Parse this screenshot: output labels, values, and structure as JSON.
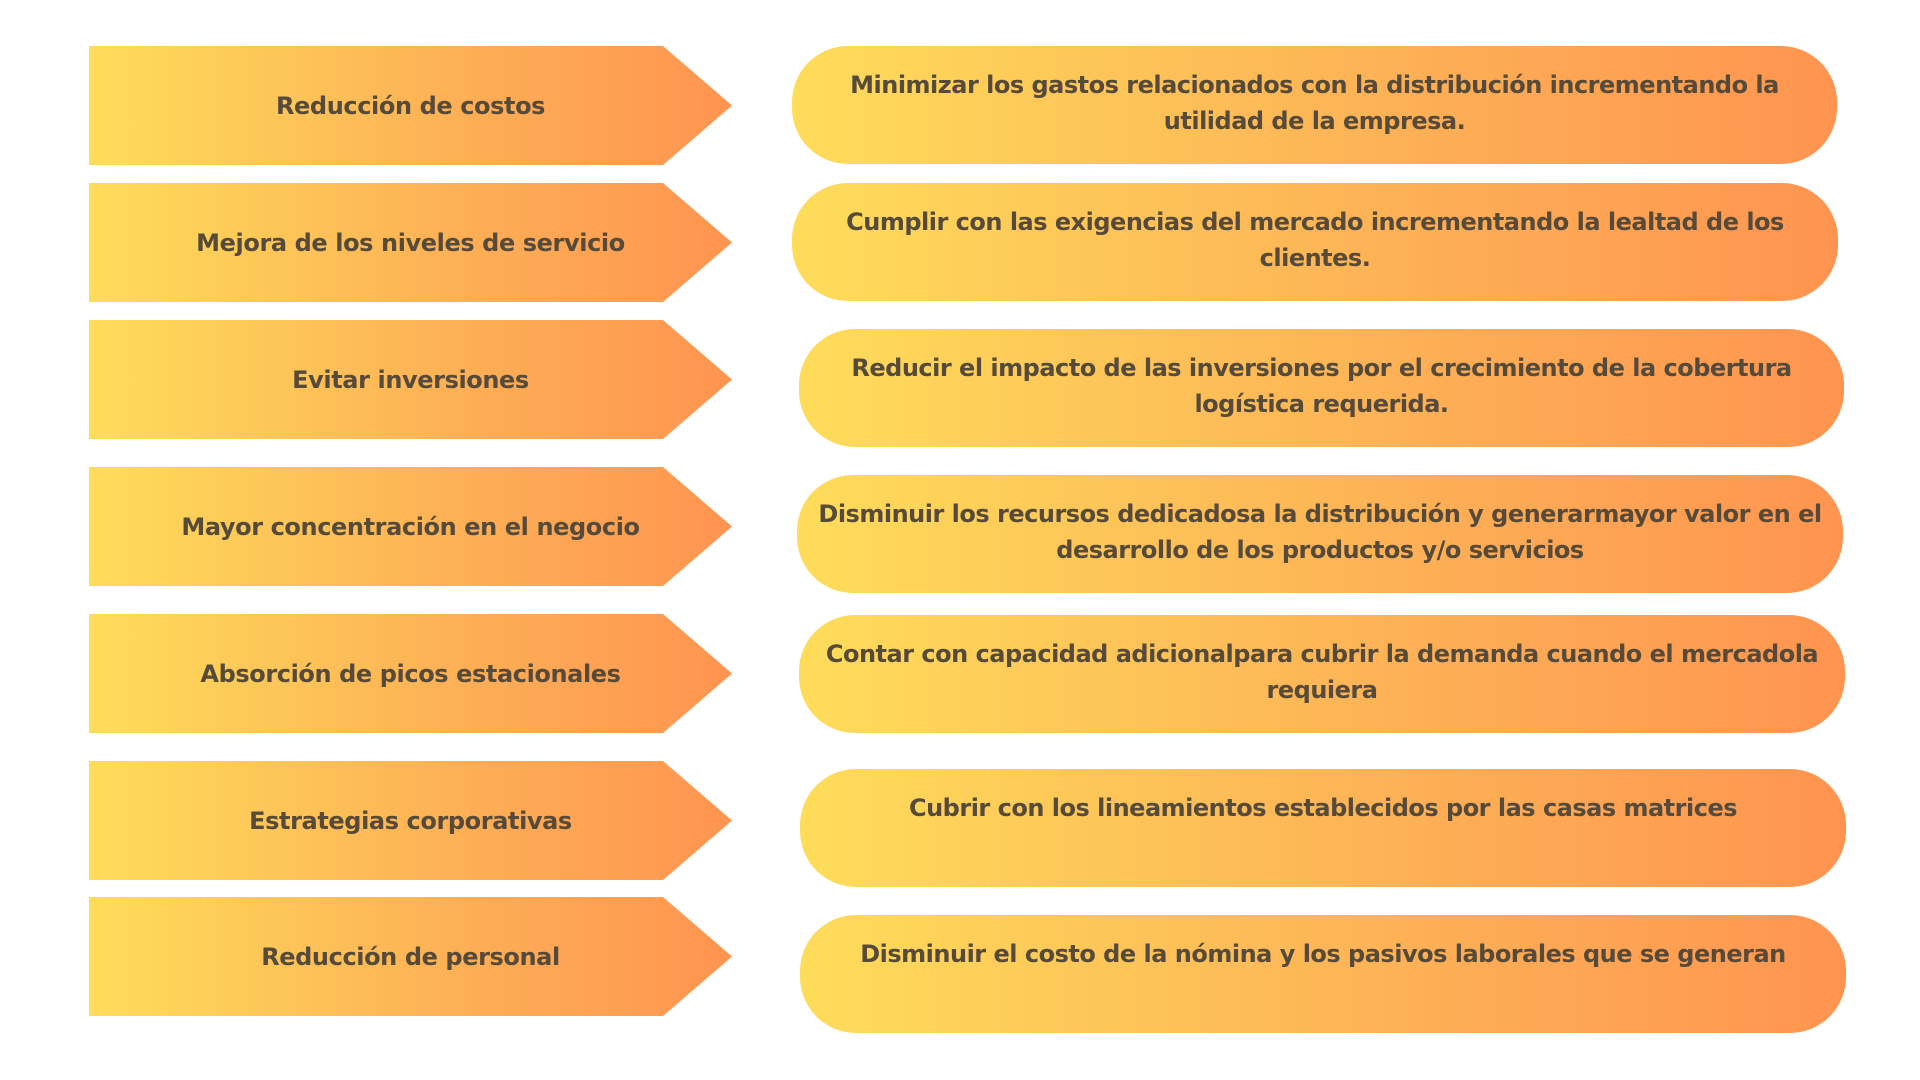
{
  "diagram": {
    "colors": {
      "gradient_start": "#FEDD5A",
      "gradient_end": "#FE9450",
      "text": "#564A3A",
      "background": "#FFFFFF"
    },
    "rows": [
      {
        "label": "Reducción de costos",
        "description": "Minimizar los gastos relacionados con la distribución incrementando la utilidad de la empresa."
      },
      {
        "label": "Mejora de los niveles de servicio",
        "description": "Cumplir con las exigencias del mercado incrementando la lealtad de los clientes."
      },
      {
        "label": "Evitar inversiones",
        "description": "Reducir el impacto de las inversiones por el crecimiento de la cobertura logística requerida."
      },
      {
        "label": "Mayor concentración en el negocio",
        "description": "Disminuir los recursos dedicadosa la distribución y generarmayor valor en el desarrollo de los productos y/o servicios"
      },
      {
        "label": "Absorción de picos estacionales",
        "description": "Contar con capacidad adicionalpara cubrir la demanda cuando el mercadola requiera"
      },
      {
        "label": "Estrategias corporativas",
        "description": "Cubrir con los lineamientos establecidos por las casas matrices"
      },
      {
        "label": "Reducción de personal",
        "description": "Disminuir el costo de la nómina y los pasivos laborales que se generan"
      }
    ]
  }
}
